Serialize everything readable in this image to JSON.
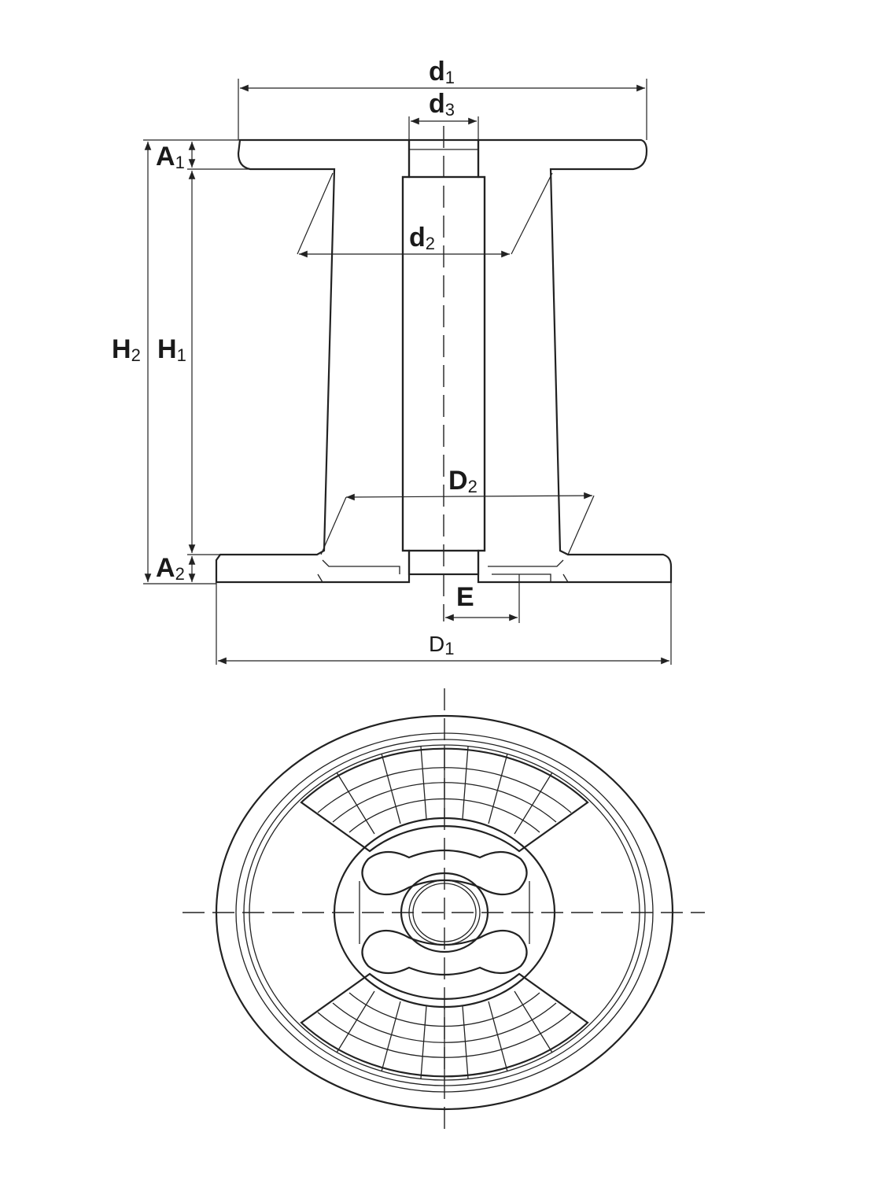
{
  "labels": {
    "d1": {
      "main": "d",
      "sub": "1"
    },
    "d3": {
      "main": "d",
      "sub": "3"
    },
    "d2": {
      "main": "d",
      "sub": "2"
    },
    "D2": {
      "main": "D",
      "sub": "2"
    },
    "D1": {
      "main": "D",
      "sub": "1"
    },
    "A1": {
      "main": "A",
      "sub": "1"
    },
    "A2": {
      "main": "A",
      "sub": "2"
    },
    "H1": {
      "main": "H",
      "sub": "1"
    },
    "H2": {
      "main": "H",
      "sub": "2"
    },
    "E": {
      "main": "E"
    }
  },
  "colors": {
    "line": "#222222",
    "background": "#ffffff"
  }
}
